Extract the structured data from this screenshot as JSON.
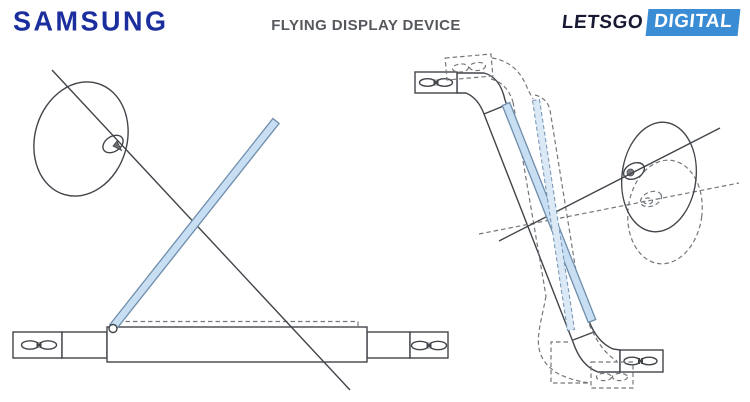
{
  "header": {
    "samsung_logo_text": "SAMSUNG",
    "page_title": "FLYING DISPLAY DEVICE",
    "letsgo_text": "LETSGO",
    "digital_text": "DIGITAL"
  },
  "colors": {
    "samsung_blue": "#1b2e9d",
    "letsgo_navy": "#181a33",
    "digital_box_blue": "#3a8dd5",
    "digital_text_white": "#ffffff",
    "title_gray": "#55585c",
    "solid_line_gray": "#41454a",
    "dashed_line_gray": "#74787c",
    "display_panel_fill": "#c8def2",
    "display_panel_stroke": "#6f8dab",
    "dashed_panel_fill": "#dbe9f6",
    "background": "#ffffff"
  }
}
